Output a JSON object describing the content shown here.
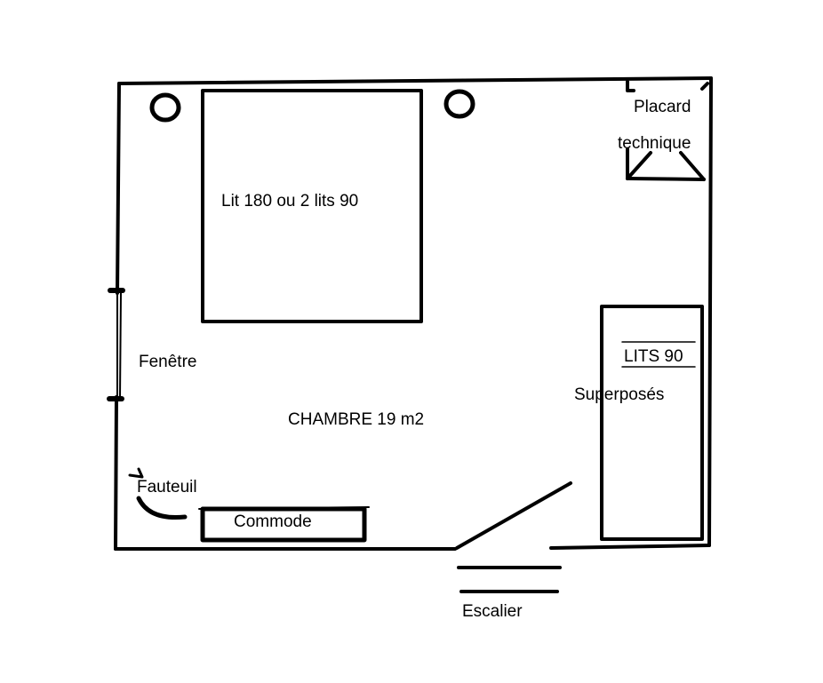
{
  "room": {
    "name": "CHAMBRE 19 m2"
  },
  "furniture": {
    "bed_label": "Lit 180 ou 2 lits 90",
    "bunk_label_line1": "LITS 90",
    "bunk_label_line2": "Superposés",
    "closet_line1": "Placard",
    "closet_line2": "technique",
    "armchair_label": "Fauteuil",
    "dresser_label": "Commode"
  },
  "openings": {
    "window_label": "Fenêtre",
    "stairs_label": "Escalier"
  },
  "colors": {
    "line": "#000000",
    "background": "#ffffff"
  }
}
